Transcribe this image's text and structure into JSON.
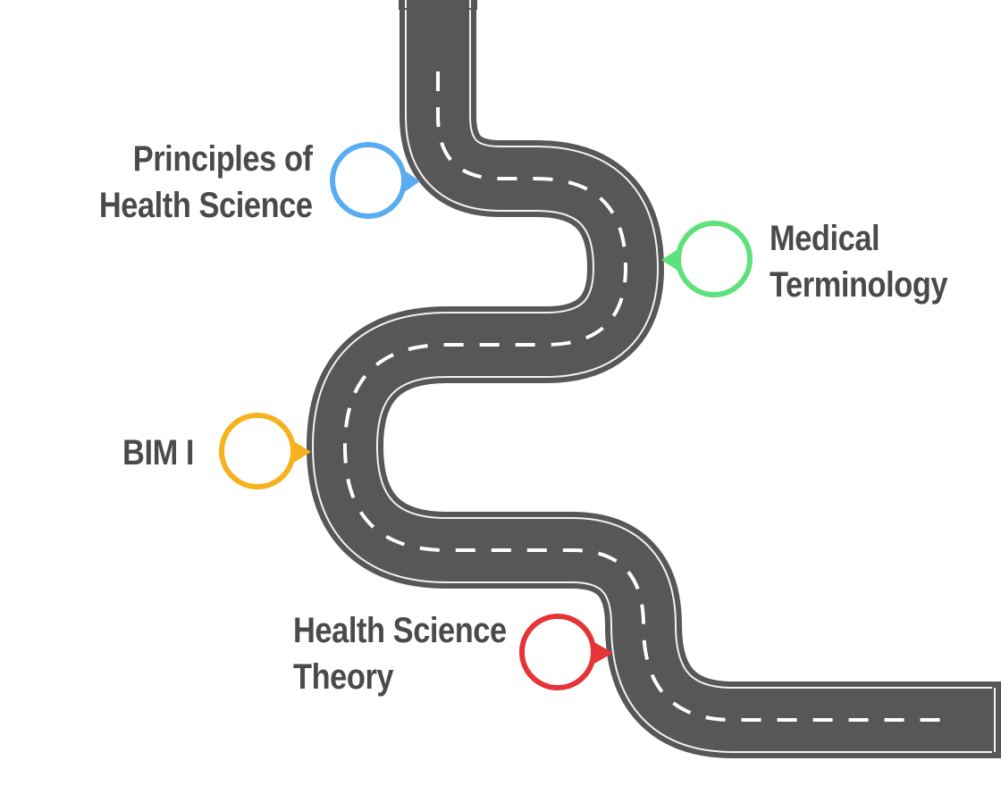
{
  "road": {
    "asphalt_color": "#575757",
    "edge_line_color": "#f2f2f2",
    "center_dash_color": "#ffffff"
  },
  "stages": [
    {
      "id": "principles",
      "line1": "Principles of",
      "line2": "Health Science",
      "color": "#5aacf2",
      "pointer": "right"
    },
    {
      "id": "medical",
      "line1": "Medical",
      "line2": "Terminology",
      "color": "#5ee07a",
      "pointer": "left"
    },
    {
      "id": "bim",
      "line1": "BIM I",
      "line2": "",
      "color": "#f6b21e",
      "pointer": "right"
    },
    {
      "id": "theory",
      "line1": "Health Science",
      "line2": "Theory",
      "color": "#e63336",
      "pointer": "right"
    }
  ]
}
